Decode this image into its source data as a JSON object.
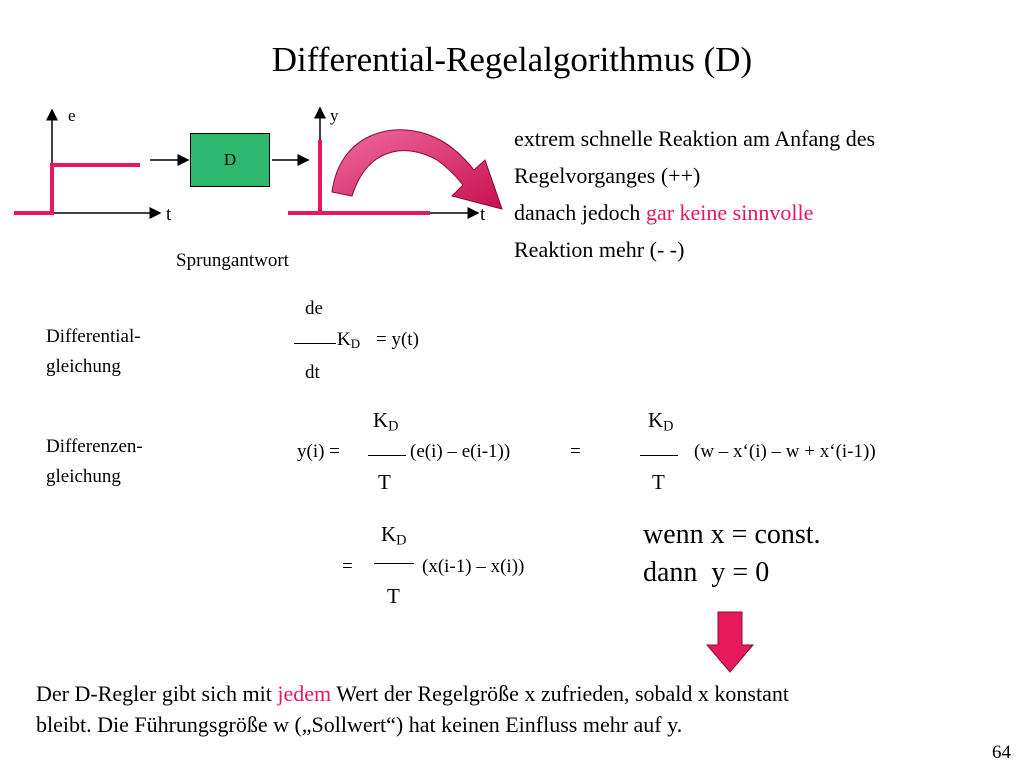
{
  "slide": {
    "title": "Differential-Regelalgorithmus (D)",
    "page_number": "64"
  },
  "diagram": {
    "input_axis_label": "e",
    "input_time_label": "t",
    "block_label": "D",
    "output_axis_label": "y",
    "output_time_label": "t",
    "caption": "Sprungantwort",
    "colors": {
      "step": "#e5195c",
      "block": "#2fb86f",
      "arrow": "#e0196a"
    }
  },
  "description": {
    "line1": "extrem schnelle Reaktion am Anfang des",
    "line2": "Regelvorganges (++)",
    "line3_prefix": "danach jedoch ",
    "line3_highlight": "gar keine sinnvolle",
    "line4": "Reaktion mehr (- -)"
  },
  "differential_equation": {
    "label_line1": "Differential-",
    "label_line2": "gleichung",
    "numerator": "de",
    "denominator": "dt",
    "k": "K",
    "k_sub": "D",
    "rhs": "= y(t)"
  },
  "difference_equation": {
    "label_line1": "Differenzen-",
    "label_line2": "gleichung",
    "lhs": "y(i) =",
    "k": "K",
    "k_sub": "D",
    "denominator": "T",
    "term1": "(e(i) – e(i-1))",
    "equals": "=",
    "term2": "(w – x‘(i) – w + x‘(i-1))",
    "term3": "(x(i-1) – x(i))"
  },
  "condition": {
    "line1": "wenn x = const.",
    "line2": "dann  y = 0"
  },
  "conclusion": {
    "line1_prefix": "Der D-Regler gibt sich mit ",
    "line1_highlight": "jedem",
    "line1_suffix": " Wert der Regelgröße x zufrieden, sobald x konstant",
    "line2": "bleibt. Die Führungsgröße w („Sollwert“) hat keinen Einfluss mehr auf y."
  }
}
